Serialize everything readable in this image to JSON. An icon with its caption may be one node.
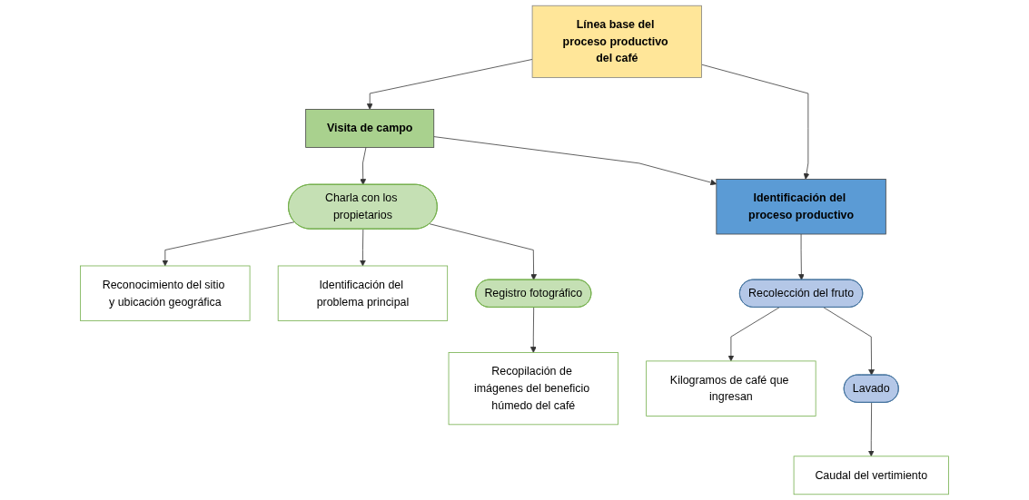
{
  "diagram": {
    "nodes": [
      {
        "text": [
          "Línea base del proceso productivo del café"
        ]
      },
      {
        "text": [
          "Visita de campo"
        ]
      },
      {
        "text": [
          "Identificación del proceso productivo"
        ]
      },
      {
        "text": [
          "Reconocimiento del sitio y ubicación geográfica"
        ]
      },
      {
        "text": [
          "Charla con los propietarios"
        ]
      },
      {
        "text": [
          "Identificación del problema principal"
        ]
      },
      {
        "text": [
          "Recopilación de imágenes del beneficio húmedo del café"
        ]
      },
      {
        "text": [
          "Registro fotográfico"
        ]
      },
      {
        "text": [
          "Recolección del fruto"
        ]
      },
      {
        "text": [
          "Kilogramos de café que ingresan"
        ]
      },
      {
        "text": [
          "Lavado"
        ]
      },
      {
        "text": [
          "Caudal del vertimiento"
        ]
      }
    ],
    "edges": [
      {
        "from": 0,
        "to": 1,
        "arrow": "to"
      },
      {
        "from": 0,
        "to": 2,
        "arrow": "to"
      },
      {
        "from": 1,
        "to": 2,
        "arrow": "to"
      },
      {
        "from": 1,
        "to": 4,
        "arrow": "to"
      },
      {
        "from": 2,
        "to": 8,
        "arrow": "to"
      },
      {
        "from": 4,
        "to": 3,
        "arrow": "to"
      },
      {
        "from": 4,
        "to": 5,
        "arrow": "to"
      },
      {
        "from": 4,
        "to": 7,
        "arrow": "to"
      },
      {
        "from": 7,
        "to": 6,
        "arrow": "to"
      },
      {
        "from": 8,
        "to": 9,
        "arrow": "to"
      },
      {
        "from": 8,
        "to": 10,
        "arrow": "to"
      },
      {
        "from": 10,
        "to": 11,
        "arrow": "to"
      }
    ]
  }
}
